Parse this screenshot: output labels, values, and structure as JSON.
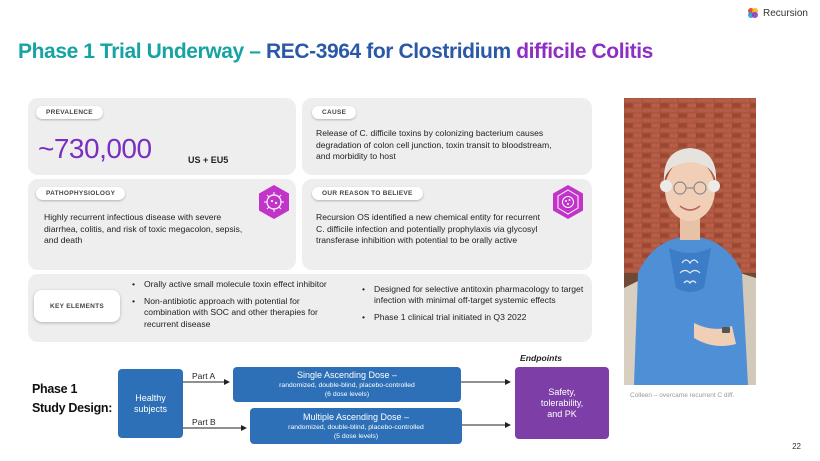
{
  "brand": {
    "name": "Recursion"
  },
  "title": {
    "part1": "Phase 1 Trial Underway – ",
    "part2": "REC-3964 for Clostridium ",
    "part3": "difficile Colitis"
  },
  "prevalence": {
    "tag": "PREVALENCE",
    "value": "~730,000",
    "sub": "US + EU5"
  },
  "cause": {
    "tag": "CAUSE",
    "text": "Release of C. difficile toxins by colonizing bacterium causes degradation of colon cell junction, toxin transit to bloodstream, and morbidity to host"
  },
  "pathophysiology": {
    "tag": "PATHOPHYSIOLOGY",
    "text": "Highly recurrent infectious disease with severe diarrhea, colitis, and risk of toxic megacolon, sepsis, and death"
  },
  "reason": {
    "tag": "OUR REASON TO BELIEVE",
    "text": "Recursion OS identified a new chemical entity for recurrent C. difficile infection and potentially prophylaxis via glycosyl transferase inhibition with potential to be orally active"
  },
  "key_elements": {
    "tag": "KEY ELEMENTS",
    "left": [
      "Orally active small molecule toxin effect inhibitor",
      "Non-antibiotic approach with potential for combination with SOC and other therapies for recurrent disease"
    ],
    "right": [
      "Designed for selective antitoxin pharmacology to target infection with minimal off-target systemic effects",
      "Phase 1 clinical trial initiated in Q3 2022"
    ]
  },
  "photo": {
    "caption": "Colleen – overcame recurrent C diff."
  },
  "study_design": {
    "label_line1": "Phase 1",
    "label_line2": "Study Design:",
    "subjects_line1": "Healthy",
    "subjects_line2": "subjects",
    "part_a": "Part A",
    "part_b": "Part B",
    "sad_title": "Single Ascending Dose –",
    "sad_line1": "randomized, double-blind, placebo-controlled",
    "sad_line2": "(6 dose levels)",
    "mad_title": "Multiple Ascending Dose –",
    "mad_line1": "randomized, double-blind, placebo-controlled",
    "mad_line2": "(5 dose levels)",
    "endpoints_label": "Endpoints",
    "endpoint_line1": "Safety,",
    "endpoint_line2": "tolerability,",
    "endpoint_line3": "and PK"
  },
  "page_number": "22",
  "colors": {
    "teal": "#16a3a3",
    "blue": "#2a59a8",
    "purple": "#8e2fc1",
    "box_blue": "#2d70b7",
    "box_purple": "#7d3ea8",
    "hex_magenta": "#c233c9"
  }
}
